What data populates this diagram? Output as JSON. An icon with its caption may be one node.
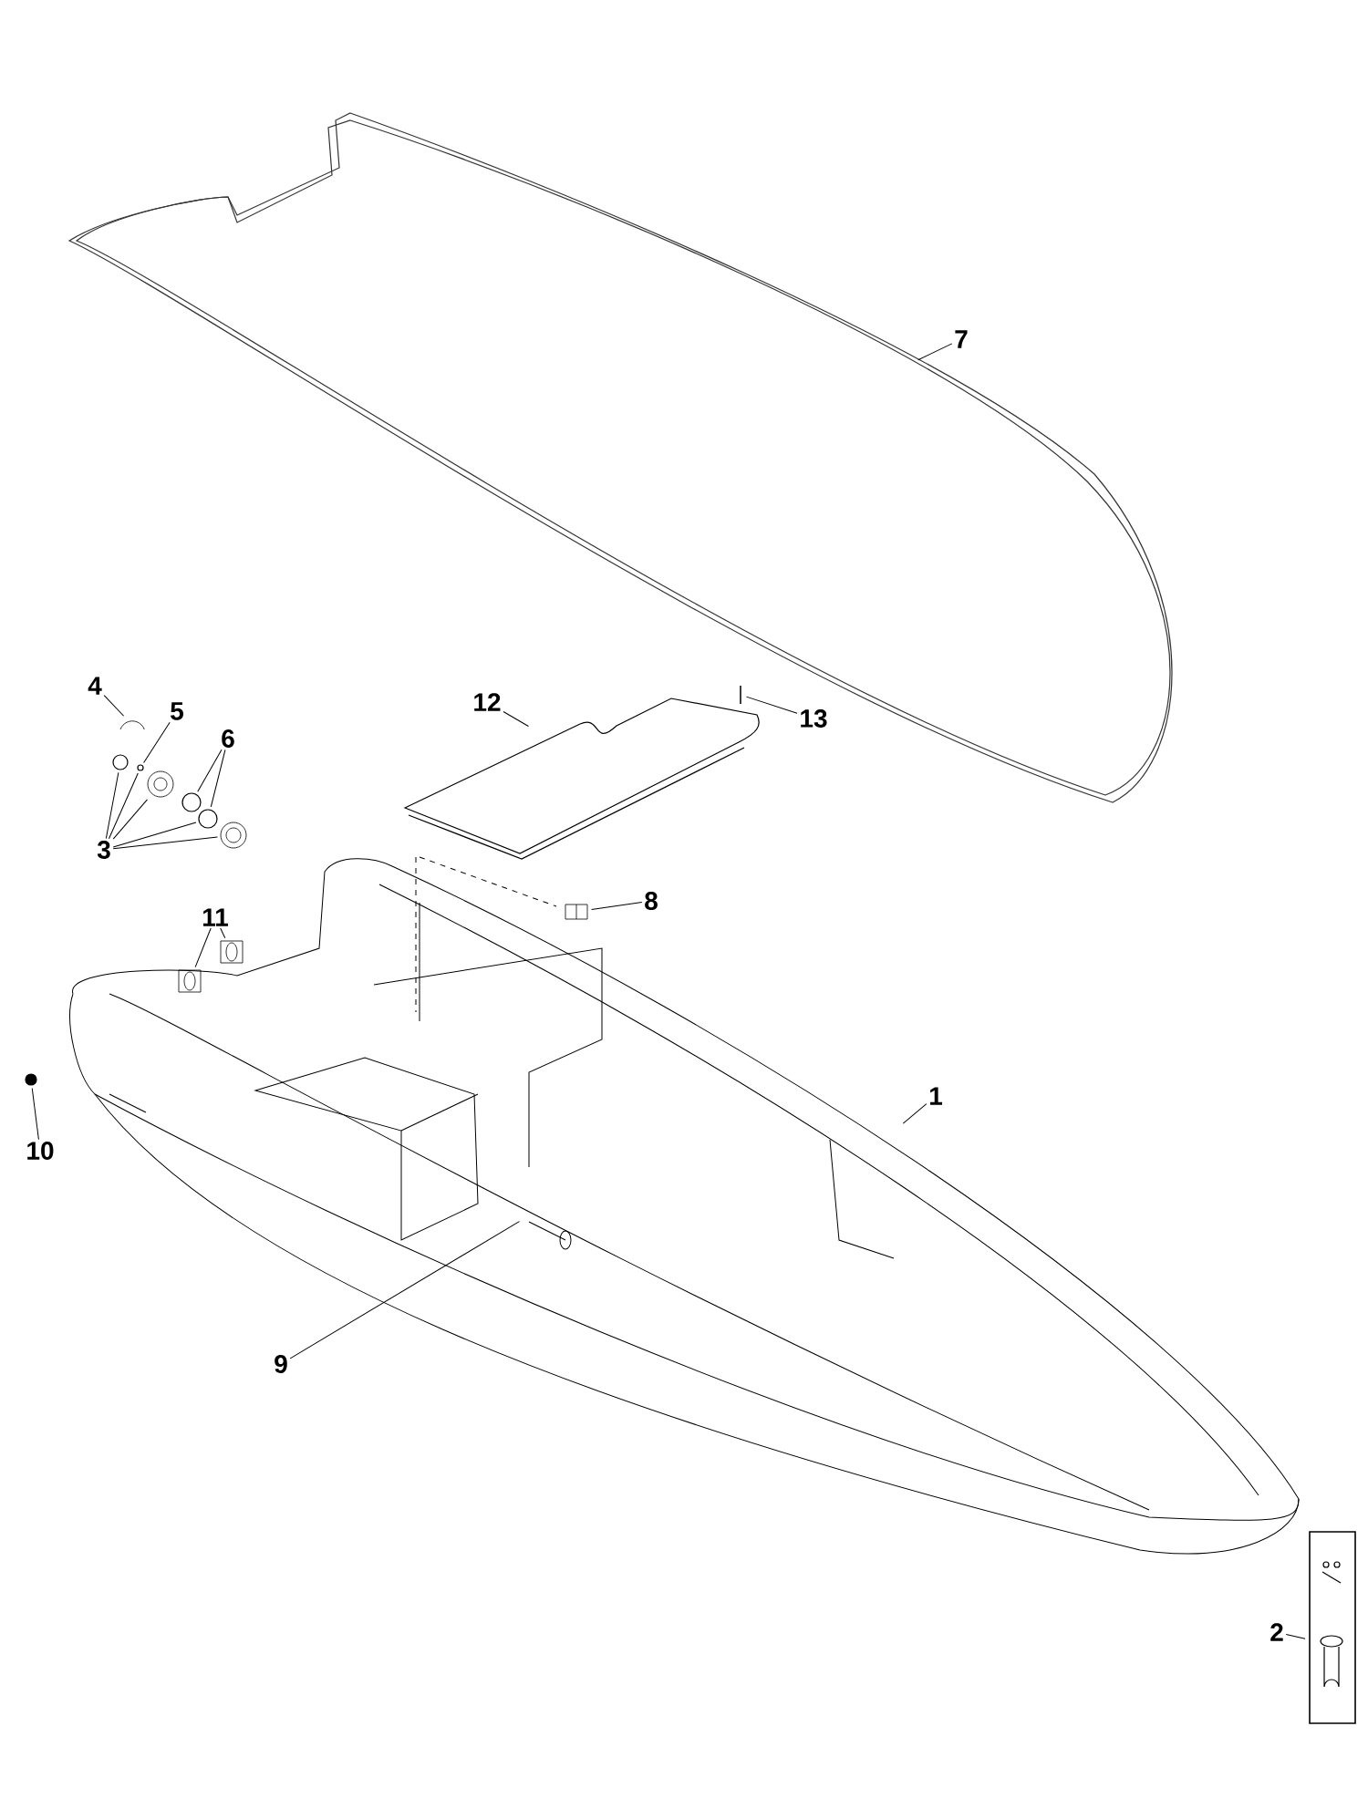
{
  "diagram": {
    "nodes": [
      {
        "text": [
          "7"
        ]
      },
      {
        "text": [
          "4"
        ]
      },
      {
        "text": [
          "5"
        ]
      },
      {
        "text": [
          "12"
        ]
      },
      {
        "text": [
          "13"
        ]
      },
      {
        "text": [
          "6"
        ]
      },
      {
        "text": [
          "3"
        ]
      },
      {
        "text": [
          "8"
        ]
      },
      {
        "text": [
          "11"
        ]
      },
      {
        "text": [
          "1"
        ]
      },
      {
        "text": [
          "10"
        ]
      },
      {
        "text": [
          "9"
        ]
      },
      {
        "text": [
          "2"
        ]
      },
      {
        "text": [],
        "shape": "picture"
      },
      {
        "text": [],
        "shape": "circle"
      },
      {
        "text": [],
        "shape": "circle"
      },
      {
        "text": [],
        "shape": "picture"
      },
      {
        "text": [],
        "shape": "circle"
      },
      {
        "text": [],
        "shape": "circle"
      },
      {
        "text": [],
        "shape": "picture"
      },
      {
        "text": [],
        "shape": "picture"
      },
      {
        "text": [],
        "shape": "picture"
      },
      {
        "text": [],
        "shape": "picture"
      },
      {
        "text": [],
        "shape": "picture"
      },
      {
        "text": [],
        "shape": "circle"
      }
    ],
    "edges": [
      {
        "from": 0,
        "to": null,
        "arrow": "none"
      },
      {
        "from": 1,
        "to": 13,
        "arrow": "none"
      },
      {
        "from": 2,
        "to": 14,
        "arrow": "none"
      },
      {
        "from": 3,
        "to": null,
        "arrow": "none"
      },
      {
        "from": 4,
        "to": 20,
        "arrow": "none"
      },
      {
        "from": 5,
        "to": 17,
        "arrow": "none"
      },
      {
        "from": 5,
        "to": 18,
        "arrow": "none"
      },
      {
        "from": 6,
        "to": 15,
        "arrow": "none"
      },
      {
        "from": 6,
        "to": 14,
        "arrow": "none"
      },
      {
        "from": 6,
        "to": 16,
        "arrow": "none"
      },
      {
        "from": 6,
        "to": 18,
        "arrow": "none"
      },
      {
        "from": 6,
        "to": 19,
        "arrow": "none"
      },
      {
        "from": 7,
        "to": 21,
        "arrow": "none"
      },
      {
        "from": 8,
        "to": 22,
        "arrow": "none"
      },
      {
        "from": 8,
        "to": 23,
        "arrow": "none"
      },
      {
        "from": 9,
        "to": null,
        "arrow": "none"
      },
      {
        "from": 10,
        "to": 24,
        "arrow": "none"
      },
      {
        "from": 11,
        "to": null,
        "arrow": "none"
      },
      {
        "from": 12,
        "to": null,
        "arrow": "none"
      }
    ]
  }
}
